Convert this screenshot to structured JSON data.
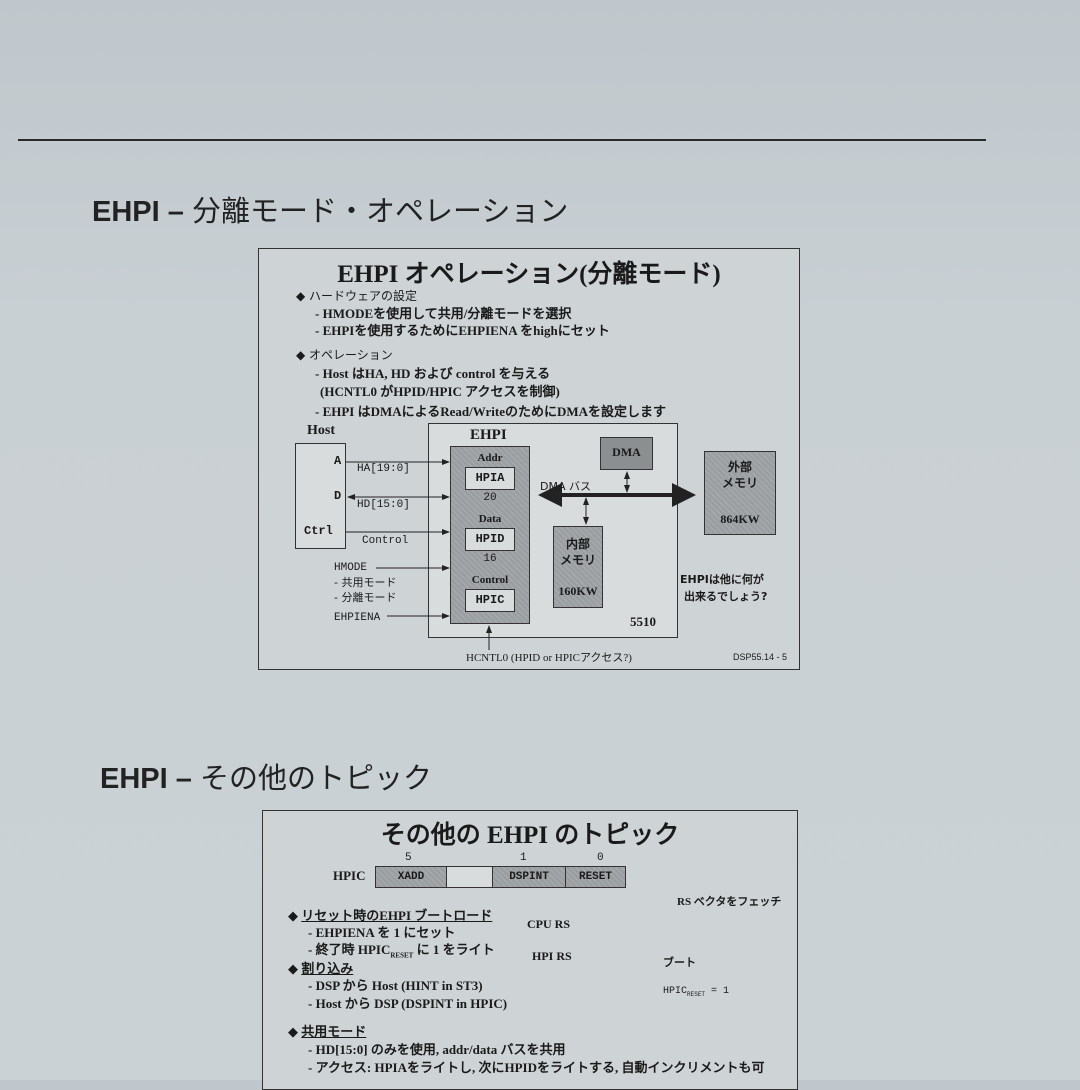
{
  "section1": {
    "heading_prefix": "EHPI –",
    "heading_text": "分離モード・オペレーション"
  },
  "slide1": {
    "title": "EHPI オペレーション(分離モード)",
    "bullets": [
      {
        "head": "ハードウェアの設定",
        "items": [
          "- HMODEを使用して共用/分離モードを選択",
          "- EHPIを使用するためにEHPIENA をhighにセット"
        ]
      },
      {
        "head": "オペレーション",
        "items": [
          "- Host はHA, HD および control を与える",
          "(HCNTL0 がHPID/HPIC アクセスを制御)",
          "- EHPI はDMAによるRead/WriteのためにDMAを設定します"
        ]
      }
    ],
    "diagram": {
      "host": {
        "label": "Host",
        "pins": [
          "A",
          "D",
          "Ctrl"
        ]
      },
      "signals": [
        "HA[19:0]",
        "HD[15:0]",
        "Control"
      ],
      "hmode": [
        "HMODE",
        "- 共用モード",
        "- 分離モード"
      ],
      "ehpiena": "EHPIENA",
      "ehpi": {
        "label": "EHPI",
        "addr": "Addr",
        "hpia": "HPIA",
        "w20": "20",
        "data": "Data",
        "hpid": "HPID",
        "w16": "16",
        "control": "Control",
        "hpic": "HPIC"
      },
      "dma": "DMA",
      "dma_bus": "DMA バス",
      "internal_mem": {
        "l1": "内部",
        "l2": "メモリ",
        "size": "160KW"
      },
      "external_mem": {
        "l1": "外部",
        "l2": "メモリ",
        "size": "864KW"
      },
      "chip": "5510",
      "question": [
        "EHPIは他に何が",
        "出来るでしょう?"
      ],
      "hcntl": "HCNTL0 (HPID or HPICアクセス?)"
    },
    "slide_id": "DSP55.14 - 5"
  },
  "section2": {
    "heading_prefix": "EHPI –",
    "heading_text": "その他のトピック"
  },
  "slide2": {
    "title": "その他の EHPI のトピック",
    "register": {
      "label": "HPIC",
      "bits": [
        "5",
        "1",
        "0"
      ],
      "fields": [
        "XADD",
        "",
        "DSPINT",
        "RESET"
      ]
    },
    "bullets": [
      {
        "head": "リセット時のEHPI ブートロード",
        "items": [
          "- EHPIENA を 1 にセット",
          "- 終了時 HPIC",
          "RESET",
          " に 1 をライト"
        ]
      },
      {
        "head": "割り込み",
        "items": [
          "- DSP から Host (HINT in ST3)",
          "- Host から DSP (DSPINT in HPIC)"
        ]
      },
      {
        "head": "共用モード",
        "items": [
          "- HD[15:0] のみを使用, addr/data バスを共用",
          "- アクセス: HPIAをライトし, 次にHPIDをライトする, 自動インクリメントも可"
        ]
      }
    ],
    "timing": {
      "fetch": "RS ベクタをフェッチ",
      "cpu_rs": "CPU RS",
      "hpi_rs": "HPI RS",
      "boot": "ブート",
      "hpic": "HPIC",
      "hpic_sub": "RESET",
      "hpic_eq": " = 1"
    }
  }
}
